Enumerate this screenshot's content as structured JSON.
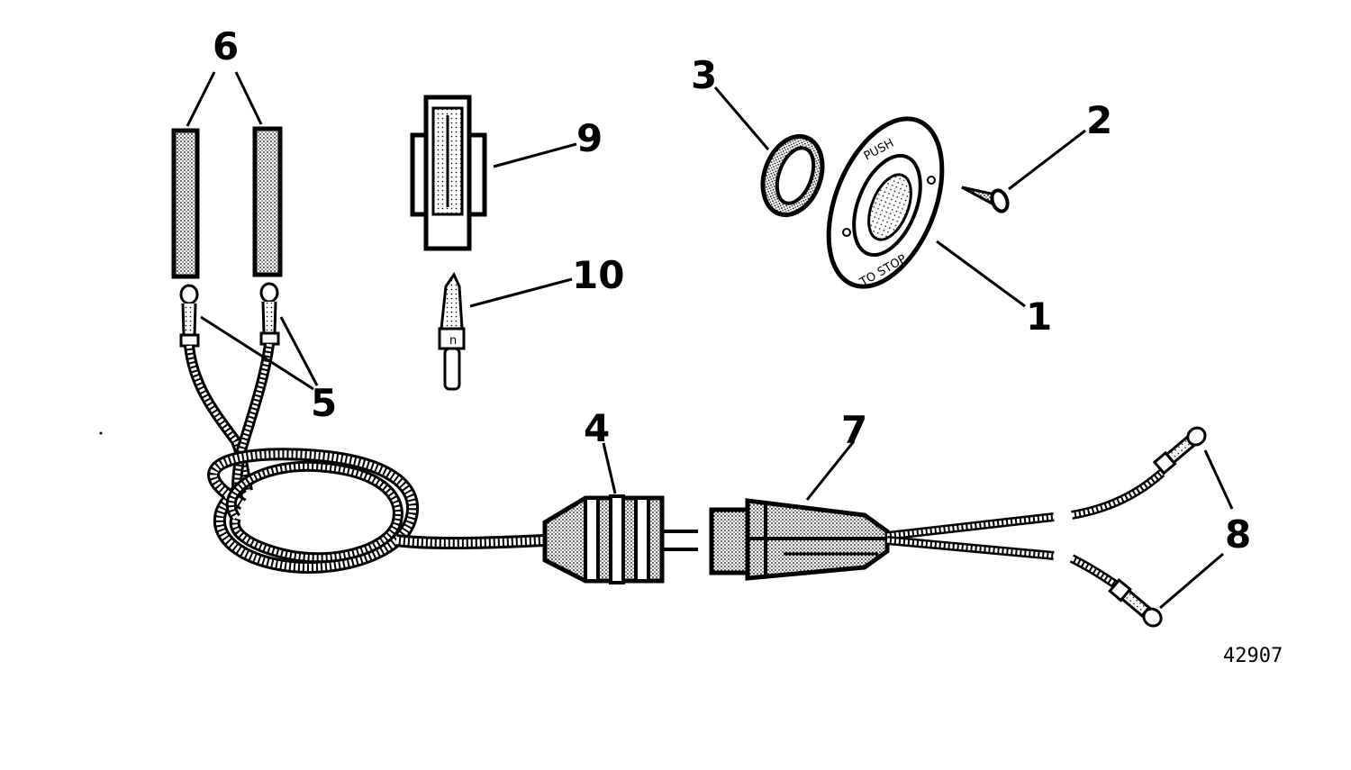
{
  "callouts": {
    "c1": "1",
    "c2": "2",
    "c3": "3",
    "c4": "4",
    "c5": "5",
    "c6": "6",
    "c7": "7",
    "c8a": "8",
    "c8b": "8",
    "c9": "9",
    "c10": "10"
  },
  "switch_plate": {
    "text_top": "PUSH",
    "text_bottom": "TO STOP"
  },
  "figure_number": "42907",
  "colors": {
    "ink": "#000000",
    "paper": "#ffffff",
    "stipple": "#000000"
  }
}
